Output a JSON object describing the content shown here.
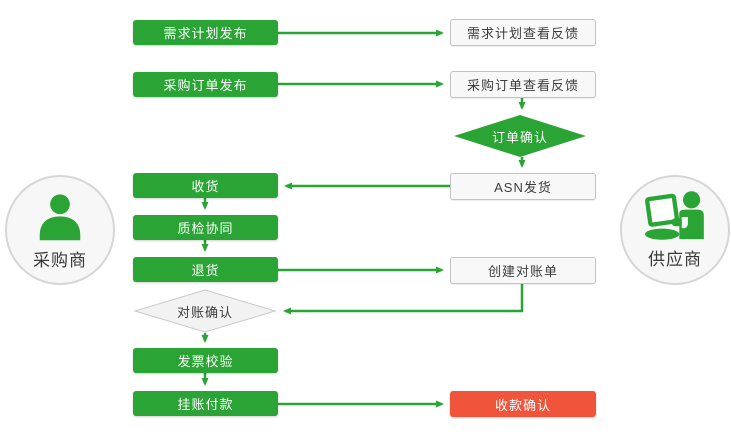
{
  "actors": {
    "buyer": "采购商",
    "supplier": "供应商"
  },
  "buyer_steps": {
    "demand_plan_publish": "需求计划发布",
    "purchase_order_publish": "采购订单发布",
    "receive_goods": "收货",
    "quality_collaboration": "质检协同",
    "return_goods": "退货",
    "reconciliation_confirm": "对账确认",
    "invoice_verification": "发票校验",
    "book_payment": "挂账付款"
  },
  "supplier_steps": {
    "demand_plan_feedback": "需求计划查看反馈",
    "purchase_order_feedback": "采购订单查看反馈",
    "order_confirm": "订单确认",
    "asn_shipping": "ASN发货",
    "create_statement": "创建对账单",
    "payment_receipt_confirm": "收款确认"
  },
  "colors": {
    "process_green": "#2aa434",
    "highlight_red": "#f0543a",
    "neutral_fill": "#f2f2f2",
    "connector_green": "#2aa434"
  },
  "icons": {
    "buyer": "person-icon",
    "supplier": "person-laptop-icon"
  }
}
